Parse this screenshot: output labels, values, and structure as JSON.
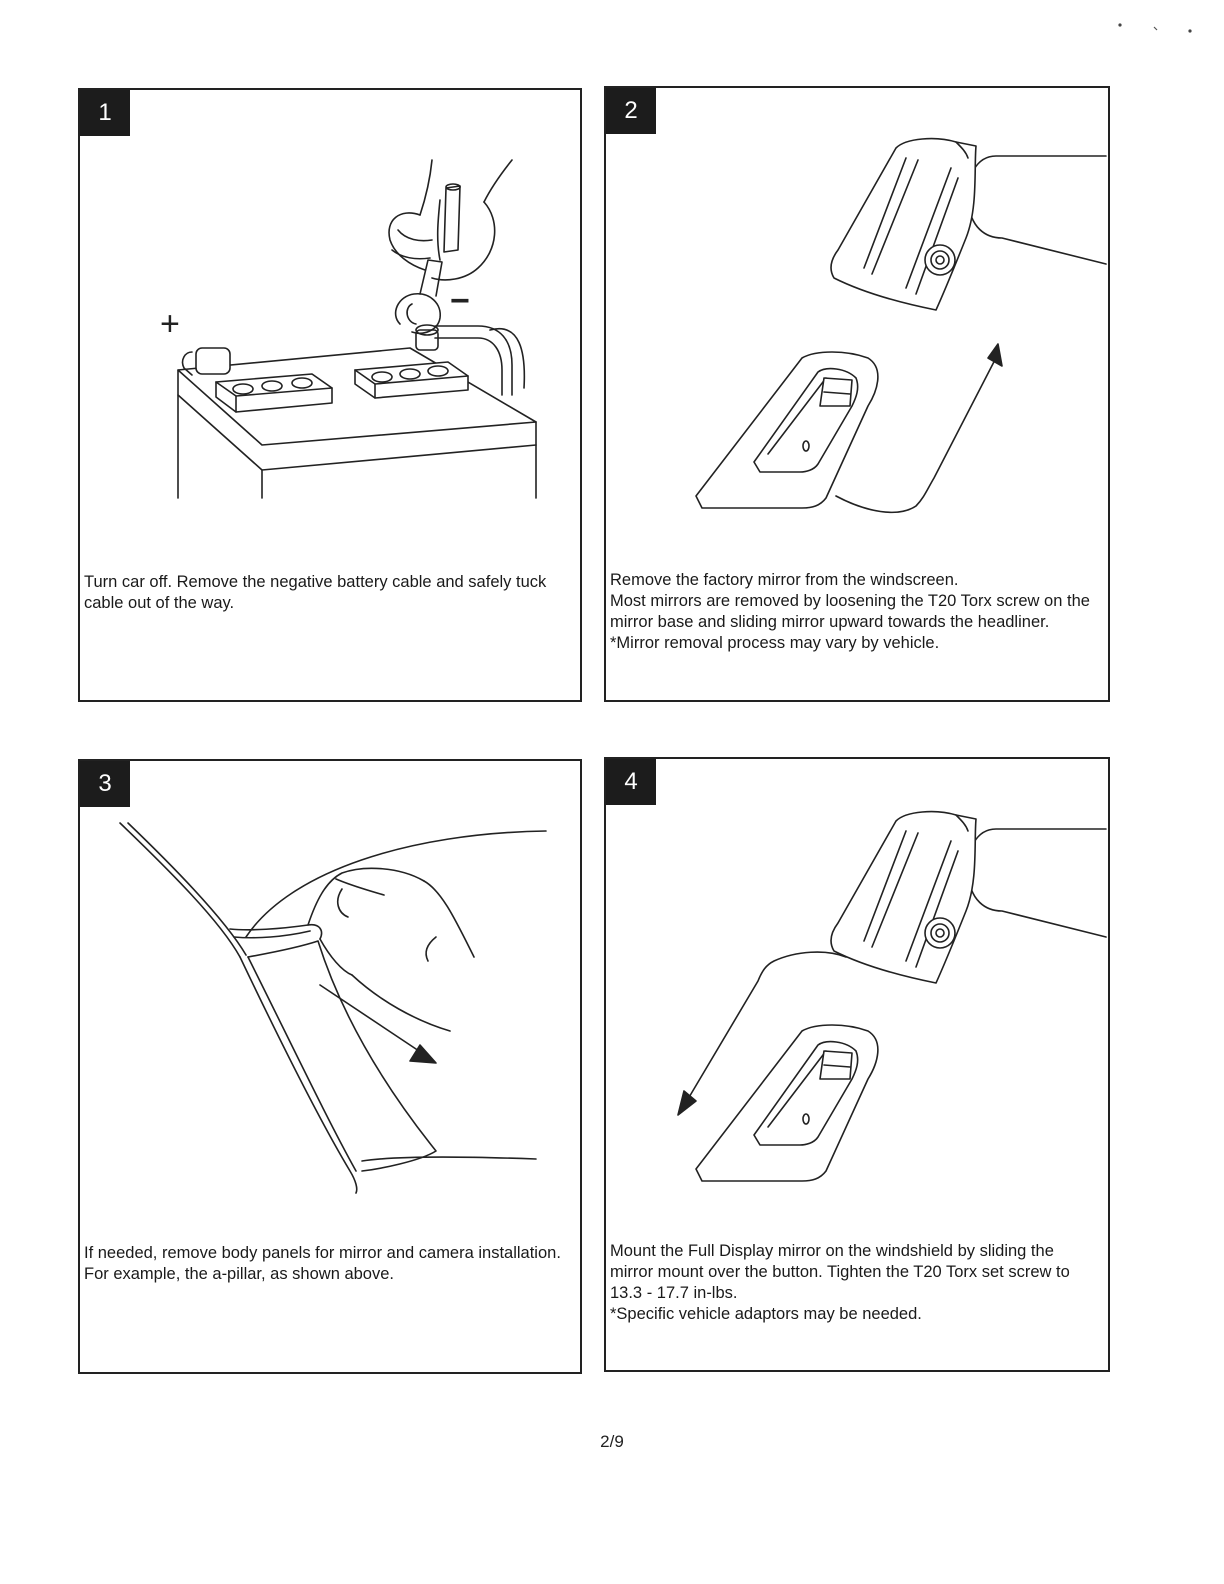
{
  "steps": [
    {
      "number": "1",
      "illustration": "battery-disconnect",
      "lines": [
        "Turn car off. Remove the negative battery cable and safely tuck cable out of the way."
      ],
      "labels": {
        "plus": "+",
        "minus": "−"
      }
    },
    {
      "number": "2",
      "illustration": "mirror-removal",
      "lines": [
        "Remove the factory mirror from the windscreen.",
        "Most mirrors are removed by loosening the T20 Torx screw on the mirror base and sliding mirror upward towards the headliner.",
        "*Mirror removal process may vary by vehicle."
      ]
    },
    {
      "number": "3",
      "illustration": "a-pillar-panel-removal",
      "lines": [
        "If needed, remove body panels for mirror and camera installation.",
        "For example, the a-pillar, as shown above."
      ]
    },
    {
      "number": "4",
      "illustration": "mirror-mounting",
      "lines": [
        "Mount the Full Display mirror on the windshield by sliding the mirror mount over the button. Tighten the T20 Torx set screw to 13.3 - 17.7 in-lbs.",
        "*Specific vehicle adaptors may be needed."
      ]
    }
  ],
  "page_number": "2/9"
}
